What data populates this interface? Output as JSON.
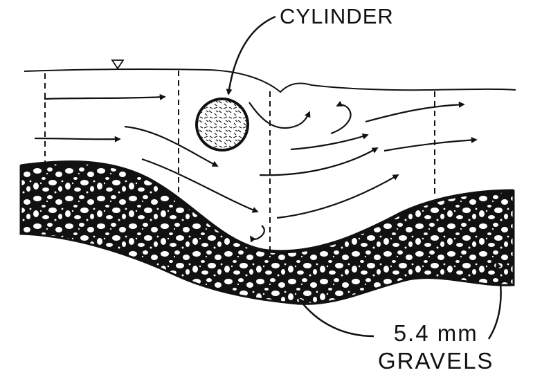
{
  "labels": {
    "cylinder": "CYLINDER",
    "gravel_size": "5.4 mm",
    "gravel_name": "GRAVELS"
  },
  "colors": {
    "ink": "#111111",
    "paper": "#ffffff"
  },
  "symbols": {
    "water_surface_marker": "triangle-down-icon"
  }
}
